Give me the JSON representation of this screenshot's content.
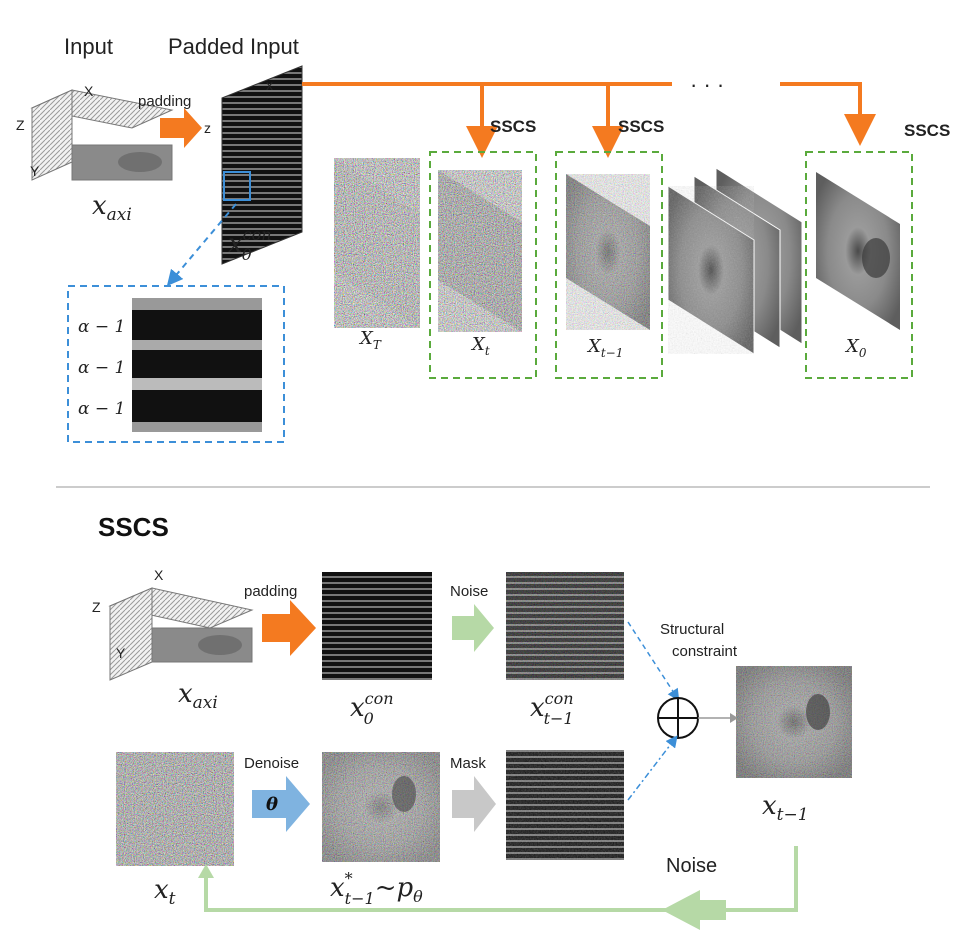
{
  "top": {
    "input_label": "Input",
    "padded_input_label": "Padded Input",
    "axis_x": "X",
    "axis_y": "Y",
    "axis_z": "Z",
    "padded_axis_x": "x",
    "padded_axis_z": "z",
    "padding_label": "padding",
    "x_axi_label": "x",
    "x_axi_sub": "axi",
    "x0con_label": "x",
    "x0con_sub": "0",
    "x0con_sup": "con",
    "zoom_rows": [
      "α − 1",
      "α − 1",
      "α − 1"
    ],
    "dots": "· · ·",
    "sscs_labels": [
      "SSCS",
      "SSCS",
      "SSCS"
    ],
    "frames": [
      {
        "name": "X",
        "sub": "T"
      },
      {
        "name": "X",
        "sub": "t"
      },
      {
        "name": "X",
        "sub": "t−1"
      },
      {
        "name": "X",
        "sub": "0"
      }
    ]
  },
  "bottom": {
    "title": "SSCS",
    "axis_x": "X",
    "axis_y": "Y",
    "axis_z": "Z",
    "padding_label": "padding",
    "noise_label": "Noise",
    "denoise_label": "Denoise",
    "theta": "θ",
    "mask_label": "Mask",
    "structural_constraint": [
      "Structural",
      "constraint"
    ],
    "noise_loop_label": "Noise",
    "x_axi": {
      "base": "x",
      "sub": "axi"
    },
    "x0con": {
      "base": "x",
      "sub": "0",
      "sup": "con"
    },
    "xt1con": {
      "base": "x",
      "sub": "t−1",
      "sup": "con"
    },
    "xt": {
      "base": "x",
      "sub": "t"
    },
    "xstar": {
      "base": "x",
      "sub": "t−1",
      "sup": "*",
      "tail": "~p",
      "tail_sub": "θ"
    },
    "xt1": {
      "base": "x",
      "sub": "t−1"
    }
  },
  "colors": {
    "orange": "#f47a20",
    "green_dash": "#5aaa3c",
    "blue_dash": "#3c8fd8",
    "light_green": "#b6d9a6",
    "gray_arrow": "#c8c8c8",
    "blue_arrow": "#7fb3e0",
    "separator": "#bbbbbb"
  }
}
